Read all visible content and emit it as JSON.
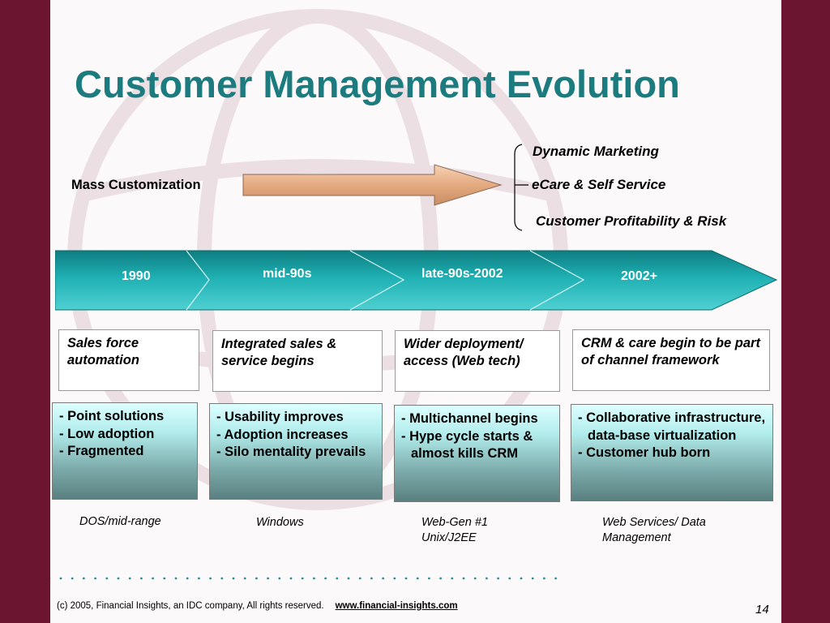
{
  "title": "Customer Management Evolution",
  "mass_customization": "Mass Customization",
  "trends": [
    "Dynamic Marketing",
    "eCare & Self Service",
    "Customer Profitability & Risk"
  ],
  "eras": [
    "1990",
    "mid-90s",
    "late-90s-2002",
    "2002+"
  ],
  "outlines": [
    "Sales force automation",
    "Integrated sales & service begins",
    "Wider deployment/ access (Web tech)",
    "CRM & care begin to be part of channel framework"
  ],
  "details": [
    [
      "- Point solutions",
      "- Low adoption",
      "- Fragmented"
    ],
    [
      "- Usability improves",
      "- Adoption increases",
      "- Silo mentality prevails"
    ],
    [
      "- Multichannel begins",
      "- Hype cycle starts & almost kills CRM"
    ],
    [
      "- Collaborative infrastructure, data-base virtualization",
      "- Customer hub born"
    ]
  ],
  "platforms": [
    "DOS/mid-range",
    "Windows",
    "Web-Gen #1 Unix/J2EE",
    "Web Services/ Data Management"
  ],
  "footer": {
    "copyright": "(c) 2005, Financial Insights, an IDC company, All rights reserved.",
    "link": "www.financial-insights.com"
  },
  "page_number": "14",
  "colors": {
    "frame": "#6b1530",
    "title": "#1c7b7f",
    "band": "#1aa3a6",
    "arrow": "#e8b48a",
    "dots": "#2e8f94"
  }
}
